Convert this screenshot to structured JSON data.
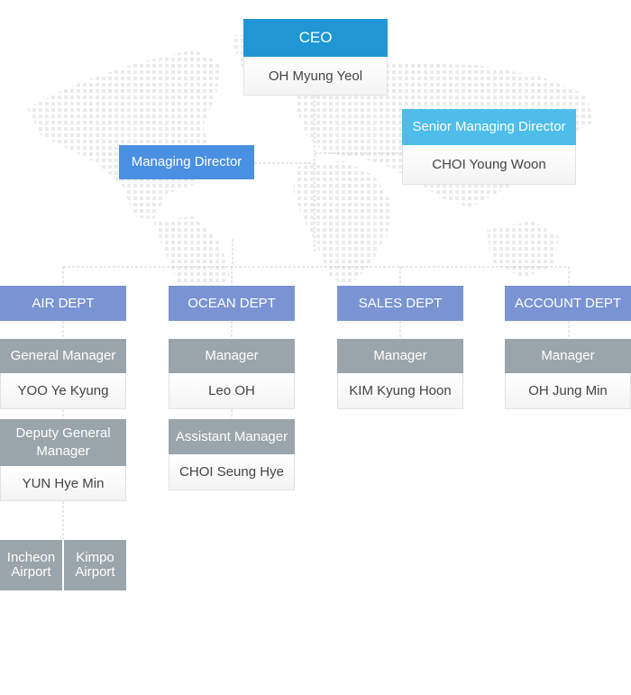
{
  "ceo": {
    "title": "CEO",
    "name": "OH Myung Yeol"
  },
  "senior_managing_director": {
    "title": "Senior Managing Director",
    "name": "CHOI Young Woon"
  },
  "managing_director": {
    "title": "Managing Director"
  },
  "departments": [
    {
      "title": "AIR DEPT",
      "roles": [
        {
          "title": "General Manager",
          "name": "YOO Ye Kyung"
        },
        {
          "title": "Deputy General Manager",
          "name": "YUN Hye Min"
        }
      ],
      "units": [
        "Incheon Airport",
        "Kimpo Airport"
      ]
    },
    {
      "title": "OCEAN DEPT",
      "roles": [
        {
          "title": "Manager",
          "name": "Leo OH"
        },
        {
          "title": "Assistant Manager",
          "name": "CHOI Seung Hye"
        }
      ]
    },
    {
      "title": "SALES DEPT",
      "roles": [
        {
          "title": "Manager",
          "name": "KIM Kyung Hoon"
        }
      ]
    },
    {
      "title": "ACCOUNT DEPT",
      "roles": [
        {
          "title": "Manager",
          "name": "OH Jung Min"
        }
      ]
    }
  ],
  "colors": {
    "ceo": "#1f97d4",
    "senior_managing_director": "#4ebde9",
    "managing_director": "#4a90e2",
    "department": "#7a94d3",
    "role": "#9aa5ab"
  }
}
